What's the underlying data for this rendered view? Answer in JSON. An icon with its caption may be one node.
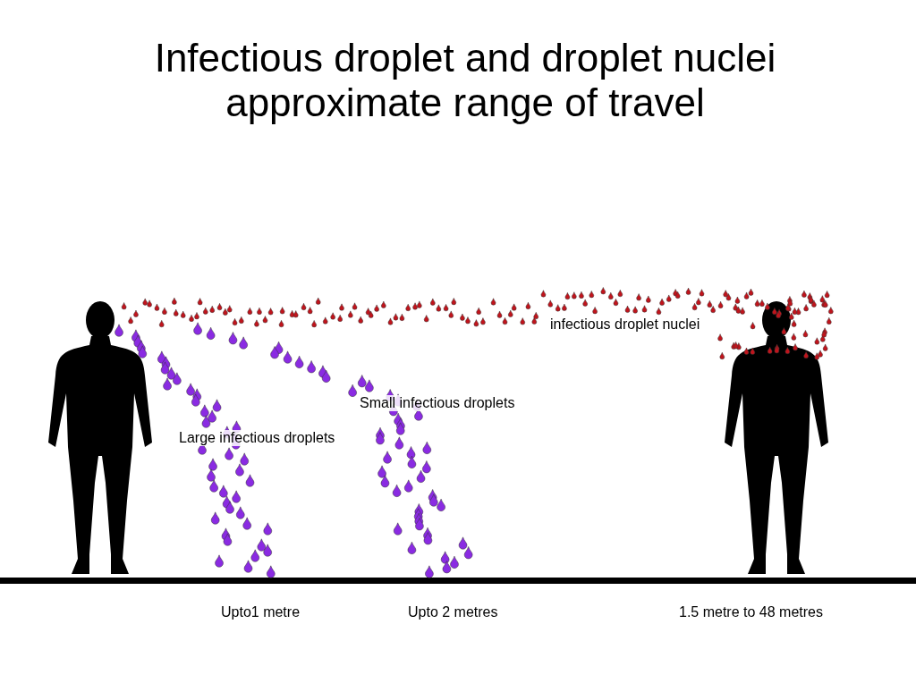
{
  "diagram": {
    "title": "Infectious droplet and droplet nuclei approximate range of travel",
    "labels": [
      "infectious droplet nuclei",
      "Small infectious droplets",
      "Large infectious droplets",
      "Upto1 metre",
      "Upto 2 metres",
      "1.5 metre to 48 metres"
    ]
  }
}
